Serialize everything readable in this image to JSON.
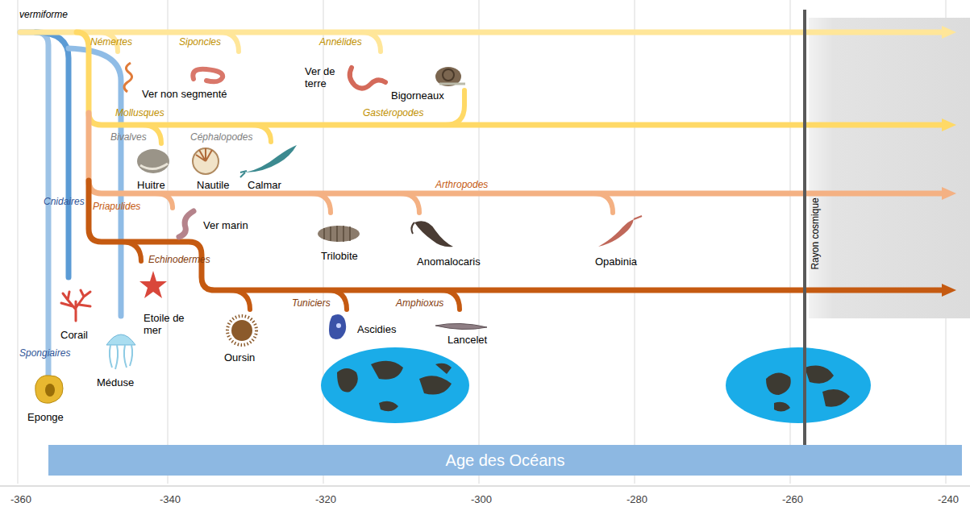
{
  "diagram": {
    "nodes": [
      {
        "text": [
          "Age des Océans"
        ]
      }
    ],
    "labels": [
      "vermiforme",
      "Némertes",
      "Siponcles",
      "Annélides",
      "Ver non segmenté",
      "Ver de terre",
      "Bigorneaux",
      "Mollusques",
      "Gastéropodes",
      "Bivalves",
      "Céphalopodes",
      "Huitre",
      "Nautile",
      "Calmar",
      "Arthropodes",
      "Cnidaires",
      "Priapulides",
      "Ver marin",
      "Trilobite",
      "Anomalocaris",
      "Opabinia",
      "Echinodermes",
      "Etoile de mer",
      "Tuniciers",
      "Amphioxus",
      "Corail",
      "Ascidies",
      "Lancelet",
      "Spongiaires",
      "Oursin",
      "Méduse",
      "Eponge",
      "Rayon cosmique",
      "-360",
      "-340",
      "-320",
      "-300",
      "-280",
      "-260",
      "-240"
    ]
  }
}
